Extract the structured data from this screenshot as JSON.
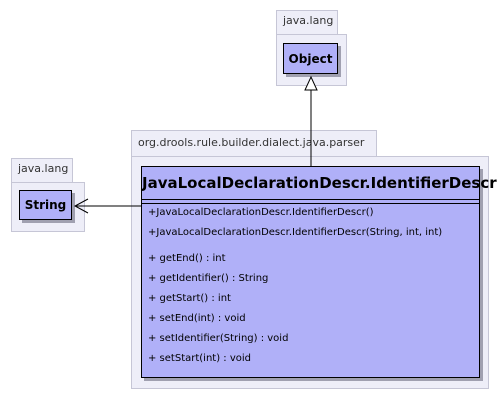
{
  "packages": {
    "top_java_lang": "java.lang",
    "left_java_lang": "java.lang",
    "main_package": "org.drools.rule.builder.dialect.java.parser"
  },
  "classes": {
    "object_class": "Object",
    "string_class": "String",
    "main_class": {
      "name": "JavaLocalDeclarationDescr.IdentifierDescr",
      "constructors": [
        "+JavaLocalDeclarationDescr.IdentifierDescr()",
        "+JavaLocalDeclarationDescr.IdentifierDescr(String, int, int)"
      ],
      "methods": [
        "+ getEnd() : int",
        "+ getIdentifier() : String",
        "+ getStart() : int",
        "+ setEnd(int) : void",
        "+ setIdentifier(String) : void",
        "+ setStart(int) : void"
      ]
    }
  },
  "colors": {
    "package_fill": "#eeeef8",
    "class_fill": "#b0b0f8",
    "line": "#000000"
  }
}
